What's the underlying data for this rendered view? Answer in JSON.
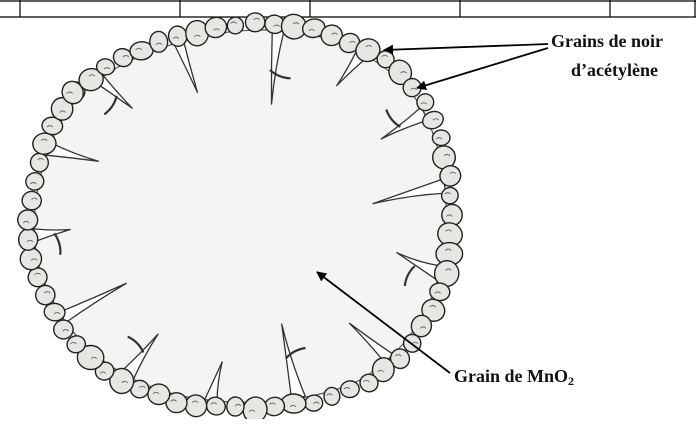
{
  "labels": {
    "carbon_black_line1": "Grains de noir",
    "carbon_black_line2": "d’acétylène",
    "mno2_main": "Grain de MnO",
    "mno2_subscript": "2"
  }
}
